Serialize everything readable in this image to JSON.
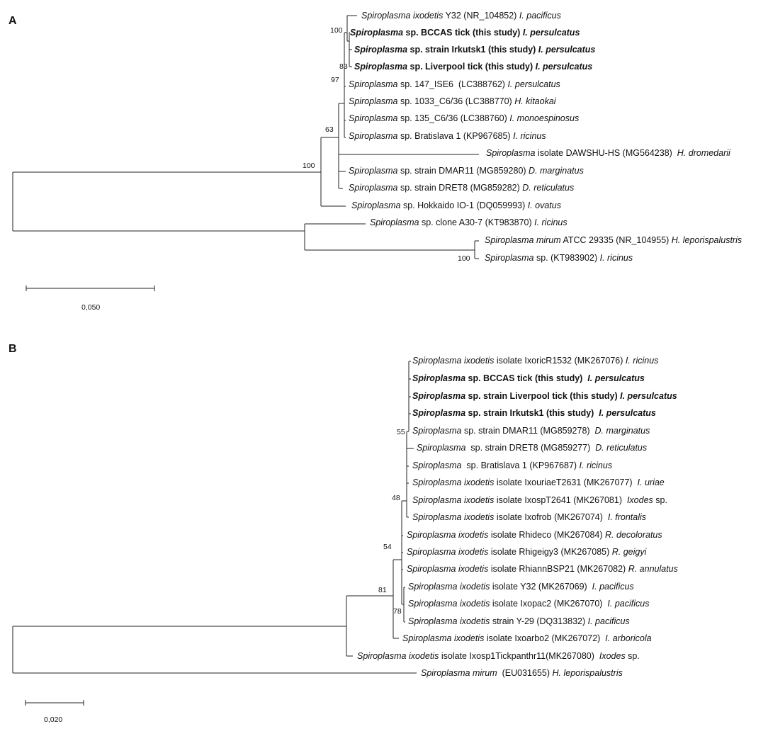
{
  "panel_a": {
    "label": "A",
    "scale_label": "0,050",
    "bootstraps": [
      "100",
      "83",
      "97",
      "63",
      "100",
      "100"
    ],
    "leaves": [
      {
        "bold": false,
        "parts": [
          {
            "t": "Spiroplasma ixodetis",
            "i": true
          },
          {
            "t": " Y32 (NR_104852) "
          },
          {
            "t": "I. pacificus",
            "i": true
          }
        ]
      },
      {
        "bold": true,
        "parts": [
          {
            "t": "Spiroplasma",
            "i": true
          },
          {
            "t": " sp. BCCAS tick (this study) "
          },
          {
            "t": "I. persulcatus",
            "i": true
          }
        ]
      },
      {
        "bold": true,
        "parts": [
          {
            "t": "Spiroplasma",
            "i": true
          },
          {
            "t": " sp. strain Irkutsk1 (this study) "
          },
          {
            "t": "I. persulcatus",
            "i": true
          }
        ]
      },
      {
        "bold": true,
        "parts": [
          {
            "t": "Spiroplasma",
            "i": true
          },
          {
            "t": " sp. Liverpool tick (this study) "
          },
          {
            "t": "I. persulcatus",
            "i": true
          }
        ]
      },
      {
        "bold": false,
        "parts": [
          {
            "t": "Spiroplasma",
            "i": true
          },
          {
            "t": " sp. 147_ISE6  (LC388762) "
          },
          {
            "t": "I. persulcatus",
            "i": true
          }
        ]
      },
      {
        "bold": false,
        "parts": [
          {
            "t": "Spiroplasma",
            "i": true
          },
          {
            "t": " sp. 1033_C6/36 (LC388770) "
          },
          {
            "t": "H. kitaokai",
            "i": true
          }
        ]
      },
      {
        "bold": false,
        "parts": [
          {
            "t": "Spiroplasma",
            "i": true
          },
          {
            "t": " sp. 135_C6/36 (LC388760) "
          },
          {
            "t": "I. monoespinosus",
            "i": true
          }
        ]
      },
      {
        "bold": false,
        "parts": [
          {
            "t": "Spiroplasma",
            "i": true
          },
          {
            "t": " sp. Bratislava 1 (KP967685) "
          },
          {
            "t": "I. ricinus",
            "i": true
          }
        ]
      },
      {
        "bold": false,
        "parts": [
          {
            "t": "Spiroplasma",
            "i": true
          },
          {
            "t": " isolate DAWSHU-HS (MG564238)  "
          },
          {
            "t": "H. dromedarii",
            "i": true
          }
        ]
      },
      {
        "bold": false,
        "parts": [
          {
            "t": "Spiroplasma",
            "i": true
          },
          {
            "t": " sp. strain DMAR11 (MG859280) "
          },
          {
            "t": "D. marginatus",
            "i": true
          }
        ]
      },
      {
        "bold": false,
        "parts": [
          {
            "t": "Spiroplasma",
            "i": true
          },
          {
            "t": " sp. strain DRET8 (MG859282) "
          },
          {
            "t": "D. reticulatus",
            "i": true
          }
        ]
      },
      {
        "bold": false,
        "parts": [
          {
            "t": "Spiroplasma",
            "i": true
          },
          {
            "t": " sp. Hokkaido IO-1 (DQ059993) "
          },
          {
            "t": "I. ovatus",
            "i": true
          }
        ]
      },
      {
        "bold": false,
        "parts": [
          {
            "t": "Spiroplasma",
            "i": true
          },
          {
            "t": " sp. clone A30-7 (KT983870) "
          },
          {
            "t": "I. ricinus",
            "i": true
          }
        ]
      },
      {
        "bold": false,
        "parts": [
          {
            "t": "Spiroplasma mirum",
            "i": true
          },
          {
            "t": " ATCC 29335 (NR_104955) "
          },
          {
            "t": "H. leporispalustris",
            "i": true
          }
        ]
      },
      {
        "bold": false,
        "parts": [
          {
            "t": "Spiroplasma",
            "i": true
          },
          {
            "t": " sp. (KT983902) "
          },
          {
            "t": "I. ricinus",
            "i": true
          }
        ]
      }
    ]
  },
  "panel_b": {
    "label": "B",
    "scale_label": "0,020",
    "bootstraps": [
      "55",
      "48",
      "54",
      "81",
      "78"
    ],
    "leaves": [
      {
        "bold": false,
        "parts": [
          {
            "t": "Spiroplasma ixodetis",
            "i": true
          },
          {
            "t": " isolate IxoricR1532 (MK267076) "
          },
          {
            "t": "I. ricinus",
            "i": true
          }
        ]
      },
      {
        "bold": true,
        "parts": [
          {
            "t": "Spiroplasma",
            "i": true
          },
          {
            "t": " sp. BCCAS tick (this study)  "
          },
          {
            "t": "I. persulcatus",
            "i": true
          }
        ]
      },
      {
        "bold": true,
        "parts": [
          {
            "t": "Spiroplasma",
            "i": true
          },
          {
            "t": " sp. strain Liverpool tick (this study) "
          },
          {
            "t": "I. persulcatus",
            "i": true
          }
        ]
      },
      {
        "bold": true,
        "parts": [
          {
            "t": "Spiroplasma",
            "i": true
          },
          {
            "t": " sp. strain Irkutsk1 (this study)  "
          },
          {
            "t": "I. persulcatus",
            "i": true
          }
        ]
      },
      {
        "bold": false,
        "parts": [
          {
            "t": "Spiroplasma",
            "i": true
          },
          {
            "t": " sp. strain DMAR11 (MG859278)  "
          },
          {
            "t": "D. marginatus",
            "i": true
          }
        ]
      },
      {
        "bold": false,
        "parts": [
          {
            "t": "Spiroplasma",
            "i": true
          },
          {
            "t": "  sp. strain DRET8 (MG859277)  "
          },
          {
            "t": "D. reticulatus",
            "i": true
          }
        ]
      },
      {
        "bold": false,
        "parts": [
          {
            "t": "Spiroplasma",
            "i": true
          },
          {
            "t": "  sp. Bratislava 1 (KP967687) "
          },
          {
            "t": "I. ricinus",
            "i": true
          }
        ]
      },
      {
        "bold": false,
        "parts": [
          {
            "t": "Spiroplasma ixodetis",
            "i": true
          },
          {
            "t": " isolate IxouriaeT2631 (MK267077)  "
          },
          {
            "t": "I. uriae",
            "i": true
          }
        ]
      },
      {
        "bold": false,
        "parts": [
          {
            "t": "Spiroplasma ixodetis",
            "i": true
          },
          {
            "t": " isolate IxospT2641 (MK267081)  "
          },
          {
            "t": "Ixodes",
            "i": true
          },
          {
            "t": " sp."
          }
        ]
      },
      {
        "bold": false,
        "parts": [
          {
            "t": "Spiroplasma ixodetis",
            "i": true
          },
          {
            "t": " isolate Ixofrob (MK267074)  "
          },
          {
            "t": "I. frontalis",
            "i": true
          }
        ]
      },
      {
        "bold": false,
        "parts": [
          {
            "t": "Spiroplasma ixodetis",
            "i": true
          },
          {
            "t": " isolate Rhideco (MK267084) "
          },
          {
            "t": "R. decoloratus",
            "i": true
          }
        ]
      },
      {
        "bold": false,
        "parts": [
          {
            "t": "Spiroplasma ixodetis",
            "i": true
          },
          {
            "t": " isolate Rhigeigy3 (MK267085) "
          },
          {
            "t": "R. geigyi",
            "i": true
          }
        ]
      },
      {
        "bold": false,
        "parts": [
          {
            "t": "Spiroplasma ixodetis",
            "i": true
          },
          {
            "t": " isolate RhiannBSP21 (MK267082) "
          },
          {
            "t": "R. annulatus",
            "i": true
          }
        ]
      },
      {
        "bold": false,
        "parts": [
          {
            "t": "Spiroplasma ixodetis",
            "i": true
          },
          {
            "t": " isolate Y32 (MK267069)  "
          },
          {
            "t": "I. pacificus",
            "i": true
          }
        ]
      },
      {
        "bold": false,
        "parts": [
          {
            "t": "Spiroplasma ixodetis",
            "i": true
          },
          {
            "t": " isolate Ixopac2 (MK267070)  "
          },
          {
            "t": "I. pacificus",
            "i": true
          }
        ]
      },
      {
        "bold": false,
        "parts": [
          {
            "t": "Spiroplasma ixodetis",
            "i": true
          },
          {
            "t": " strain Y-29 (DQ313832) "
          },
          {
            "t": "I. pacificus",
            "i": true
          }
        ]
      },
      {
        "bold": false,
        "parts": [
          {
            "t": "Spiroplasma ixodetis",
            "i": true
          },
          {
            "t": " isolate Ixoarbo2 (MK267072)  "
          },
          {
            "t": "I. arboricola",
            "i": true
          }
        ]
      },
      {
        "bold": false,
        "parts": [
          {
            "t": "Spiroplasma ixodetis",
            "i": true
          },
          {
            "t": " isolate Ixosp1Tickpanthr11(MK267080)  "
          },
          {
            "t": "Ixodes",
            "i": true
          },
          {
            "t": " sp."
          }
        ]
      },
      {
        "bold": false,
        "parts": [
          {
            "t": "Spiroplasma mirum",
            "i": true
          },
          {
            "t": "  (EU031655) "
          },
          {
            "t": "H. leporispalustris",
            "i": true
          }
        ]
      }
    ]
  }
}
